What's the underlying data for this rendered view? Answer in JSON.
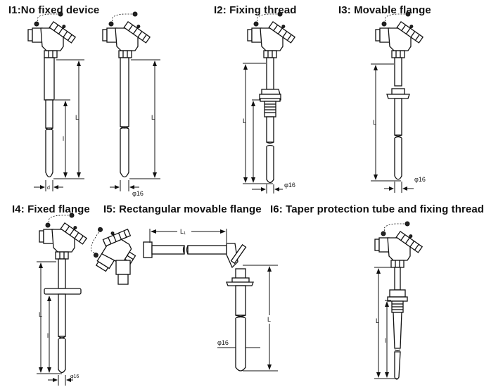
{
  "diagrams": [
    {
      "id": "I1",
      "title": "I1:No fixed device",
      "variants": [
        {
          "length_label": "L",
          "insertion_label": "l",
          "diameter_label": "d"
        },
        {
          "length_label": "L",
          "diameter_label": "φ16"
        }
      ]
    },
    {
      "id": "I2",
      "title": "I2: Fixing thread",
      "length_label": "L",
      "insertion_label": "l",
      "diameter_label": "φ16"
    },
    {
      "id": "I3",
      "title": "I3: Movable flange",
      "length_label": "L",
      "diameter_label": "φ16"
    },
    {
      "id": "I4",
      "title": "I4: Fixed flange",
      "length_label": "L",
      "insertion_label": "l",
      "diameter_label": "φ16"
    },
    {
      "id": "I5",
      "title": "I5: Rectangular movable flange",
      "length_label": "L",
      "horizontal_length_label": "L₁",
      "diameter_label": "φ16"
    },
    {
      "id": "I6",
      "title": "I6: Taper protection tube and fixing thread",
      "length_label": "L",
      "insertion_label": "l"
    }
  ]
}
